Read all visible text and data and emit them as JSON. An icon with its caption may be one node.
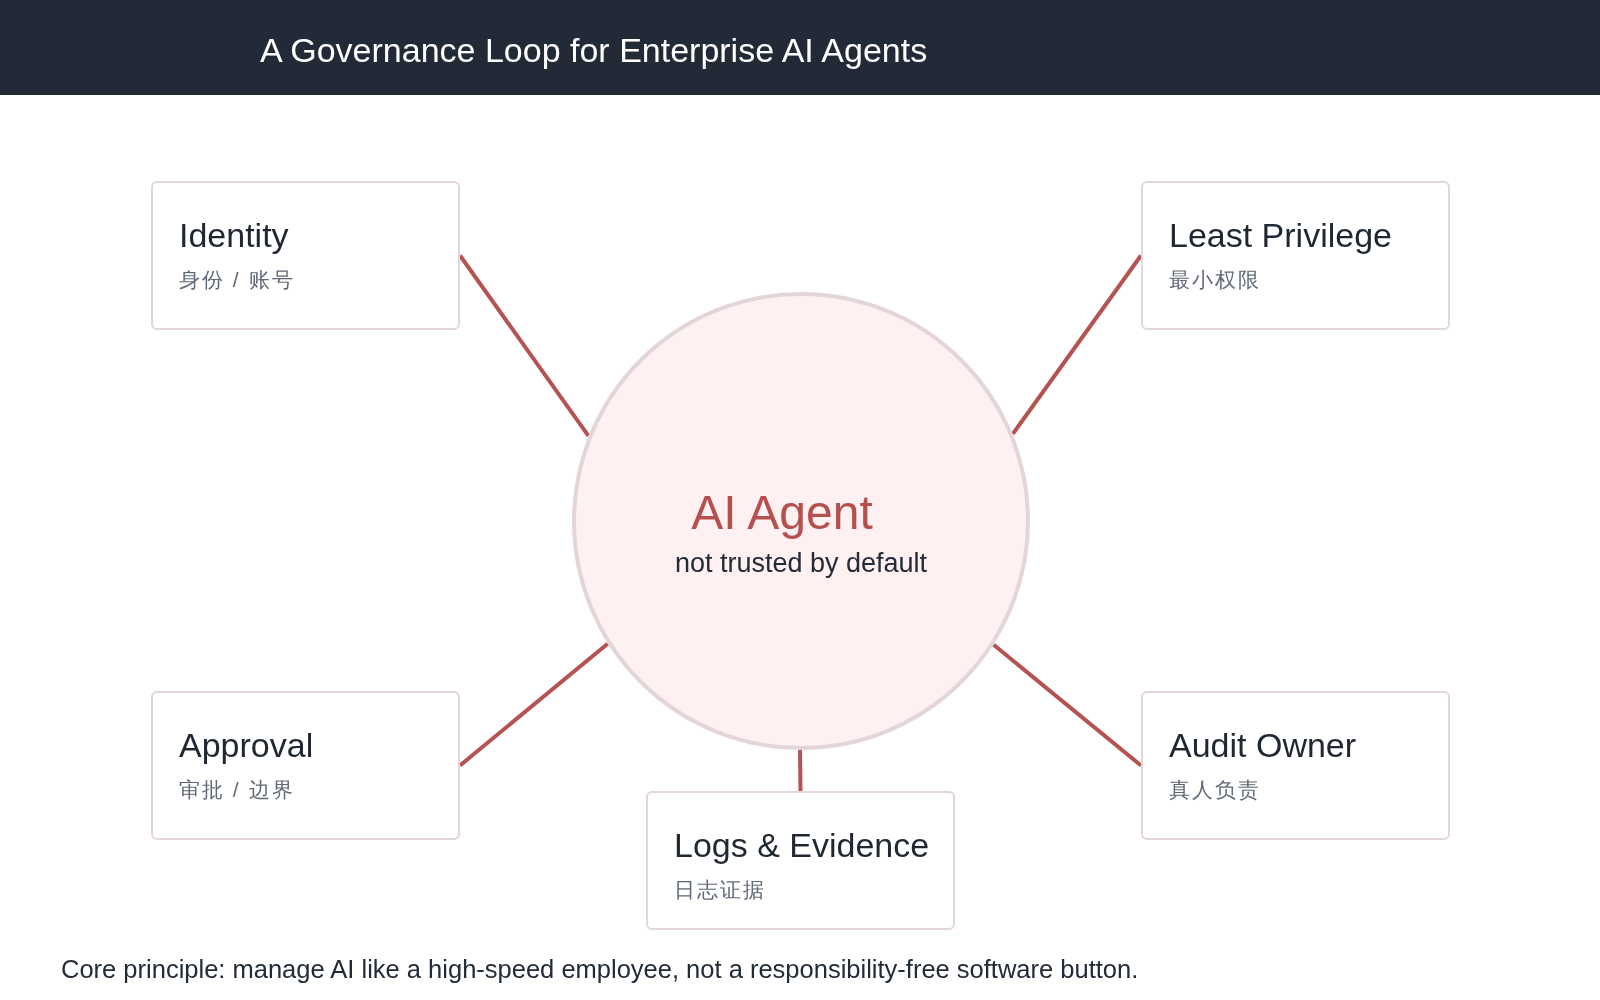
{
  "diagram": {
    "title": "A Governance Loop for Enterprise AI Agents",
    "caption": "Core principle: manage AI like a high-speed employee, not a responsibility-free software button.",
    "nodes": [
      {
        "text": [
          "Identity",
          "身份 / 账号"
        ]
      },
      {
        "text": [
          "Least Privilege",
          "最小权限"
        ]
      },
      {
        "text": [
          "AI Agent",
          "not trusted by default"
        ]
      },
      {
        "text": [
          "Approval",
          "审批 / 边界"
        ]
      },
      {
        "text": [
          "Audit Owner",
          "真人负责"
        ]
      },
      {
        "text": [
          "Logs & Evidence",
          "日志证据"
        ]
      }
    ],
    "edges": [
      {
        "from": 2,
        "to": 0,
        "arrow": "none"
      },
      {
        "from": 2,
        "to": 1,
        "arrow": "none"
      },
      {
        "from": 2,
        "to": 3,
        "arrow": "none"
      },
      {
        "from": 2,
        "to": 4,
        "arrow": "none"
      },
      {
        "from": 2,
        "to": 5,
        "arrow": "none"
      }
    ]
  }
}
